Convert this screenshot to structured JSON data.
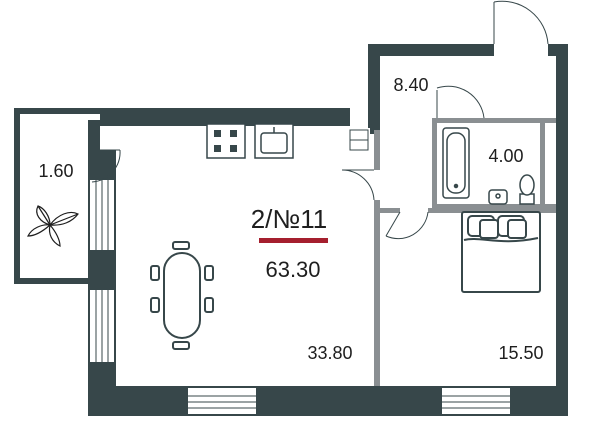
{
  "plan": {
    "apartment_label": "2/№11",
    "total_area": "63.30",
    "rooms": {
      "balcony": "1.60",
      "hall": "8.40",
      "bathroom": "4.00",
      "living_kitchen": "33.80",
      "bedroom": "15.50"
    }
  },
  "colors": {
    "wall": "#37474a",
    "partition": "#8a8f92",
    "accent": "#a51f2e",
    "text": "#1e1e1e",
    "furniture": "#37474a"
  },
  "icons": [
    "plant-icon",
    "stove-icon",
    "kitchen-sink-icon",
    "dining-table-icon",
    "bathtub-icon",
    "washbasin-icon",
    "toilet-icon",
    "double-bed-icon"
  ]
}
